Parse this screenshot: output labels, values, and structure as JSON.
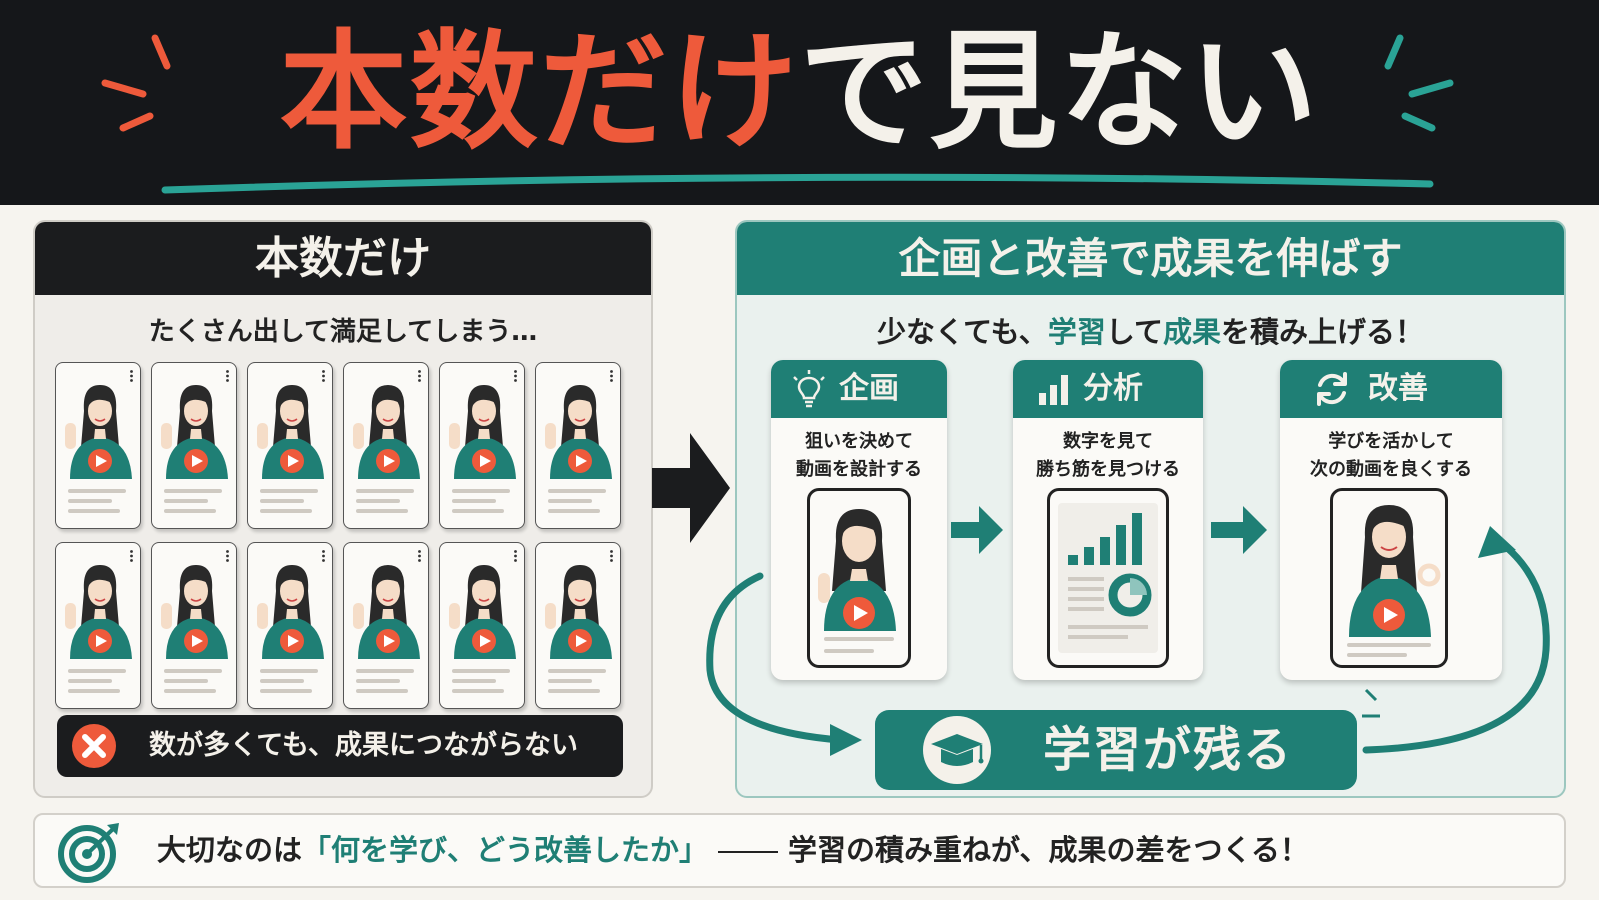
{
  "header": {
    "title_highlight": "本数だけ",
    "title_rest": "で見ない"
  },
  "left_panel": {
    "heading": "本数だけ",
    "subheading": "たくさん出して満足してしまう…",
    "card_count": 12,
    "warning": "数が多くても、成果につながらない",
    "icon": "x-circle-icon"
  },
  "right_panel": {
    "heading": "企画と改善で成果を伸ばす",
    "subheading": {
      "part1": "少なくても、",
      "part2": "学習",
      "part3": "して",
      "part4": "成果",
      "part5": "を積み上げる！"
    },
    "steps": [
      {
        "label": "企画",
        "icon": "lightbulb-icon",
        "desc_line1": "狙いを決めて",
        "desc_line2": "動画を設計する"
      },
      {
        "label": "分析",
        "icon": "bar-chart-icon",
        "desc_line1": "数字を見て",
        "desc_line2": "勝ち筋を見つける"
      },
      {
        "label": "改善",
        "icon": "refresh-icon",
        "desc_line1": "学びを活かして",
        "desc_line2": "次の動画を良くする"
      }
    ],
    "learning": {
      "label": "学習が残る",
      "icon": "graduation-cap-icon"
    }
  },
  "footer": {
    "icon": "target-icon",
    "text1": "大切なのは",
    "text_highlight": "「何を学び、どう改善したか」",
    "text2": "学習の積み重ねが、成果の差をつくる！"
  },
  "colors": {
    "accent_red": "#ee5a3b",
    "accent_teal": "#1f7f75",
    "dark": "#1b1c1e",
    "cream": "#f6f4ef"
  }
}
